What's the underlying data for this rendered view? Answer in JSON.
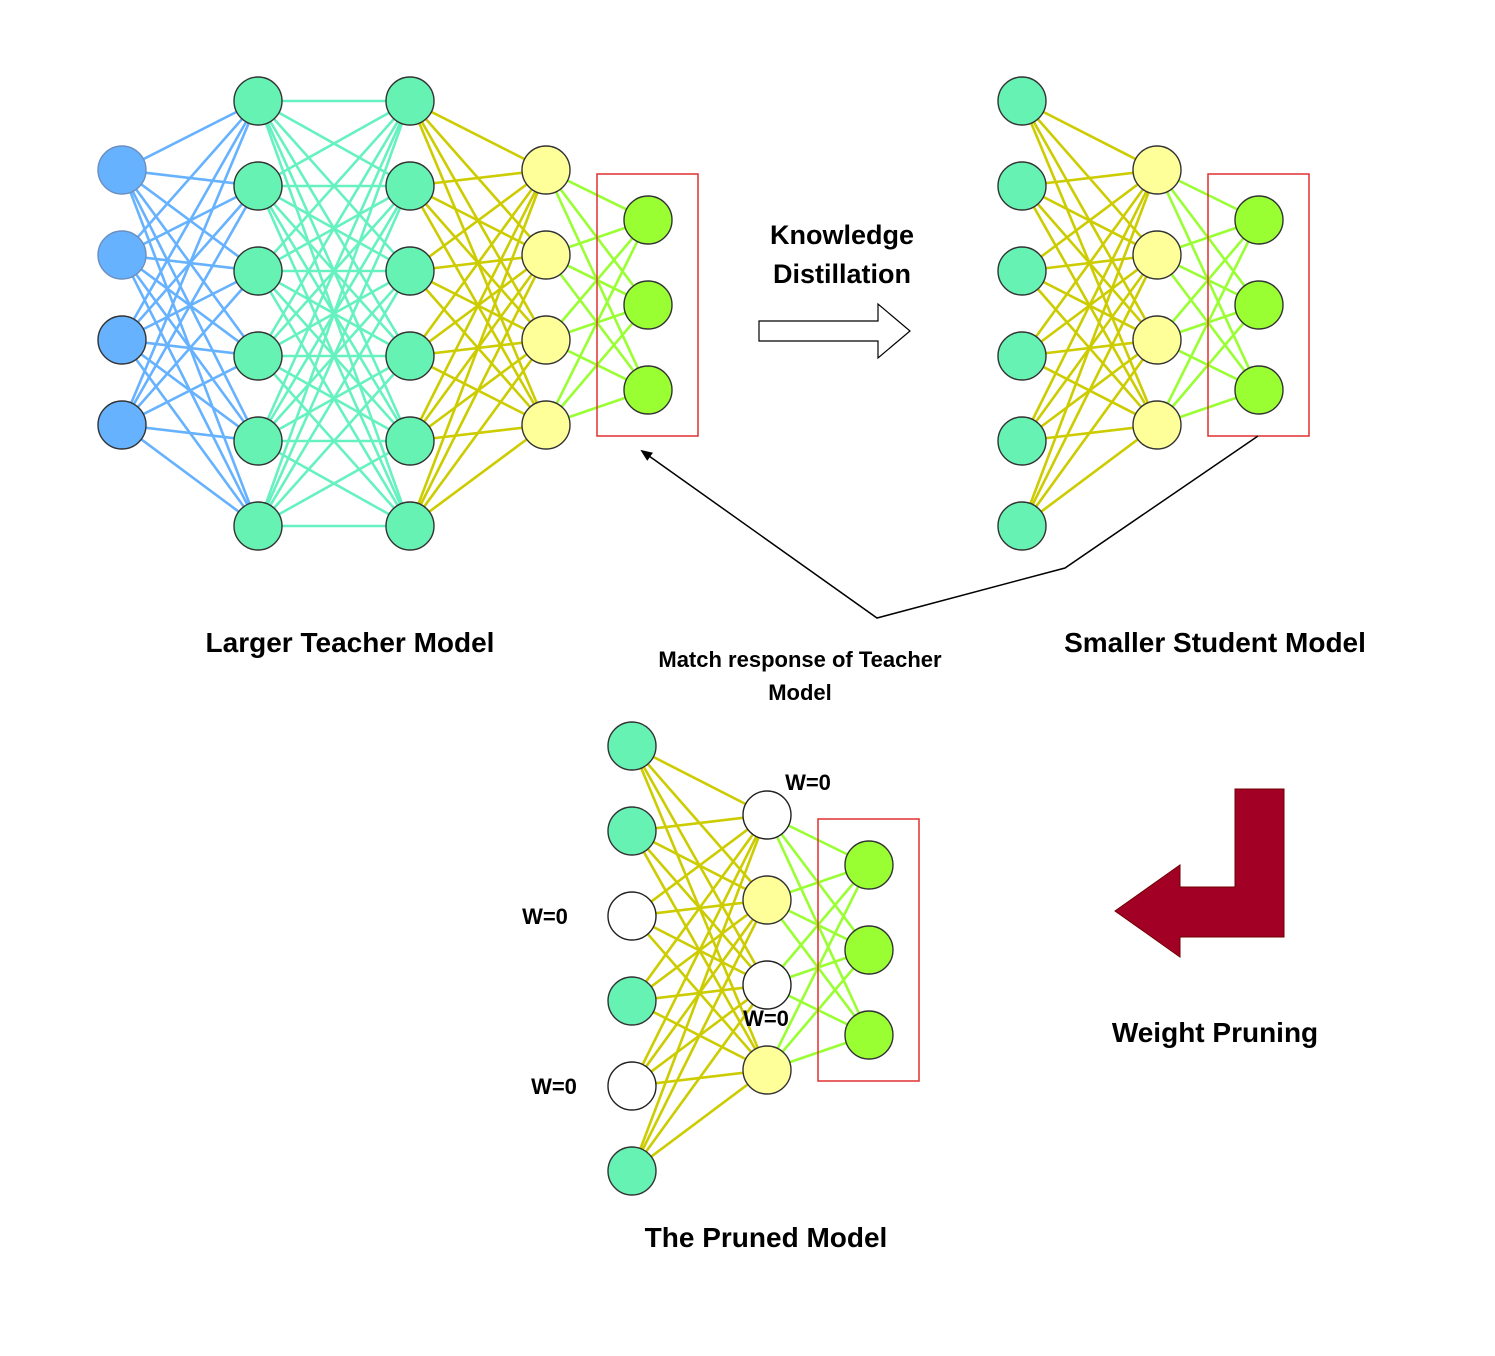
{
  "labels": {
    "teacher": "Larger Teacher Model",
    "student": "Smaller Student Model",
    "pruned": "The Pruned Model",
    "distillation_line1": "Knowledge",
    "distillation_line2": "Distillation",
    "match_line1": "Match response of Teacher",
    "match_line2": "Model",
    "weight_pruning": "Weight Pruning",
    "w0": "W=0"
  },
  "colors": {
    "input_node": "#66b2ff",
    "hidden1_node": "#66f2b3",
    "hidden2_node": "#ffff99",
    "output_node": "#99ff33",
    "pruned_node": "#ffffff",
    "edge_input": "#66b2ff",
    "edge_hidden1": "#66f2c0",
    "edge_hidden2": "#cccc00",
    "edge_output": "#99ff33",
    "output_box": "#e03030",
    "pruning_arrow": "#a20025"
  },
  "networks": {
    "teacher": {
      "layers": [
        4,
        6,
        6,
        4,
        3
      ]
    },
    "student": {
      "layers": [
        6,
        4,
        3
      ]
    },
    "pruned": {
      "layers": [
        6,
        4,
        3
      ],
      "zeroed_nodes": [
        "layer1-node3",
        "layer1-node5",
        "layer2-node1",
        "layer2-node3"
      ]
    }
  }
}
